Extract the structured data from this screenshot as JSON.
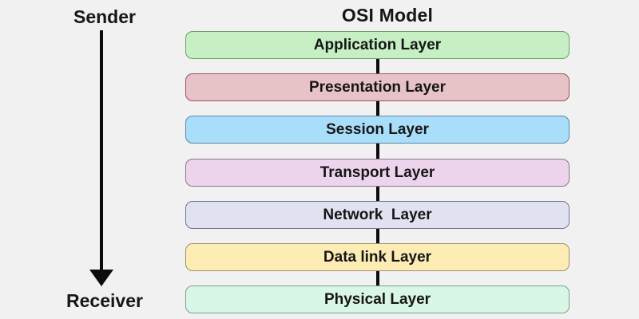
{
  "page": {
    "background": "#f1f1f1",
    "text_color": "#161616",
    "connector_color": "#0c0c0c"
  },
  "title": "OSI Model",
  "flow": {
    "sender_label": "Sender",
    "receiver_label": "Receiver",
    "direction": "sender-to-receiver-down-arrow"
  },
  "layers": [
    {
      "label": "Application Layer",
      "fill": "#c6efc4",
      "border": "#69a463"
    },
    {
      "label": "Presentation Layer",
      "fill": "#e7c2c7",
      "border": "#99545c"
    },
    {
      "label": "Session Layer",
      "fill": "#a9defa",
      "border": "#5d87a6"
    },
    {
      "label": "Transport Layer",
      "fill": "#ecd5ec",
      "border": "#8d7390"
    },
    {
      "label": "Network  Layer",
      "fill": "#e0e1f1",
      "border": "#75758c"
    },
    {
      "label": "Data link Layer",
      "fill": "#fdedb5",
      "border": "#9c9268"
    },
    {
      "label": "Physical Layer",
      "fill": "#d9f7e6",
      "border": "#7ba18c"
    }
  ]
}
